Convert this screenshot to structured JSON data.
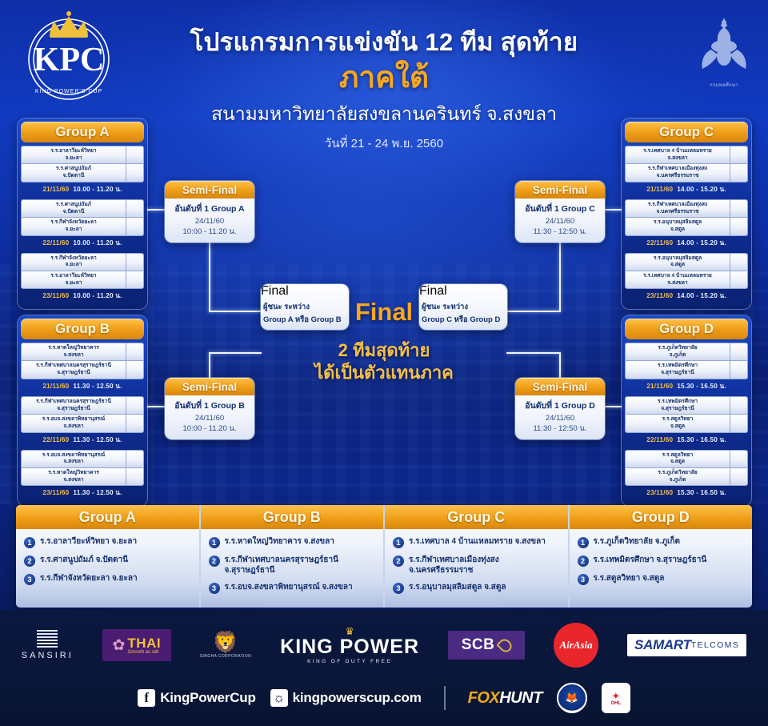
{
  "header": {
    "title_line1": "โปรแกรมการแข่งขัน 12 ทีม สุดท้าย",
    "title_line2": "ภาคใต้",
    "venue": "สนามมหาวิทยาลัยสงขลานครินทร์ จ.สงขลา",
    "dates": "วันที่ 21 - 24 พ.ย. 2560",
    "left_logo": "king-powers-cup-logo",
    "left_logo_text_top": "KPC",
    "left_logo_text_bottom": "KING POWER'S CUP",
    "right_logo": "ministry-of-education-logo",
    "right_logo_caption": "กรมพลศึกษา"
  },
  "colors": {
    "accent_orange": "#f0a019",
    "accent_gold": "#f5bf4a",
    "panel_blue": "#0f2fa8",
    "deep_navy": "#081331",
    "card_white": "#ffffff"
  },
  "groups": [
    {
      "id": "a",
      "header": "Group A",
      "matches": [
        {
          "team1": "ร.ร.อาลาวียะห์วิทยา\nจ.ยะลา",
          "team2": "ร.ร.ศาสนูปถัมภ์\nจ.ปัตตานี",
          "date": "21/11/60",
          "time": "10.00 - 11.20 น."
        },
        {
          "team1": "ร.ร.ศาสนูปถัมภ์\nจ.ปัตตานี",
          "team2": "ร.ร.กีฬาจังหวัดยะลา\nจ.ยะลา",
          "date": "22/11/60",
          "time": "10.00 - 11.20 น."
        },
        {
          "team1": "ร.ร.กีฬาจังหวัดยะลา\nจ.ยะลา",
          "team2": "ร.ร.อาลาวียะห์วิทยา\nจ.ยะลา",
          "date": "23/11/60",
          "time": "10.00 - 11.20 น."
        }
      ]
    },
    {
      "id": "b",
      "header": "Group B",
      "matches": [
        {
          "team1": "ร.ร.หาดใหญ่วิทยาคาร\nจ.สงขลา",
          "team2": "ร.ร.กีฬาเทศบาลนครสุราษฎร์ธานี\nจ.สุราษฎร์ธานี",
          "date": "21/11/60",
          "time": "11.30 - 12.50 น."
        },
        {
          "team1": "ร.ร.กีฬาเทศบาลนครสุราษฎร์ธานี\nจ.สุราษฎร์ธานี",
          "team2": "ร.ร.อบจ.สงขลาพิทยานุสรณ์\nจ.สงขลา",
          "date": "22/11/60",
          "time": "11.30 - 12.50 น."
        },
        {
          "team1": "ร.ร.อบจ.สงขลาพิทยานุสรณ์\nจ.สงขลา",
          "team2": "ร.ร.หาดใหญ่วิทยาคาร\nจ.สงขลา",
          "date": "23/11/60",
          "time": "11.30 - 12.50 น."
        }
      ]
    },
    {
      "id": "c",
      "header": "Group C",
      "matches": [
        {
          "team1": "ร.ร.เทศบาล 4 บ้านแหลมทราย\nจ.สงขลา",
          "team2": "ร.ร.กีฬาเทศบาลเมืองทุ่งสง\nจ.นครศรีธรรมราช",
          "date": "21/11/60",
          "time": "14.00 - 15.20 น."
        },
        {
          "team1": "ร.ร.กีฬาเทศบาลเมืองทุ่งสง\nจ.นครศรีธรรมราช",
          "team2": "ร.ร.อนุบาลมุสลิมสตูล\nจ.สตูล",
          "date": "22/11/60",
          "time": "14.00 - 15.20 น."
        },
        {
          "team1": "ร.ร.อนุบาลมุสลิมสตูล\nจ.สตูล",
          "team2": "ร.ร.เทศบาล 4 บ้านแหลมทราย\nจ.สงขลา",
          "date": "23/11/60",
          "time": "14.00 - 15.20 น."
        }
      ]
    },
    {
      "id": "d",
      "header": "Group D",
      "matches": [
        {
          "team1": "ร.ร.ภูเก็ตวิทยาลัย\nจ.ภูเก็ต",
          "team2": "ร.ร.เทพมิตรศึกษา\nจ.สุราษฎร์ธานี",
          "date": "21/11/60",
          "time": "15.30 - 16.50 น."
        },
        {
          "team1": "ร.ร.เทพมิตรศึกษา\nจ.สุราษฎร์ธานี",
          "team2": "ร.ร.สตูลวิทยา\nจ.สตูล",
          "date": "22/11/60",
          "time": "15.30 - 16.50 น."
        },
        {
          "team1": "ร.ร.สตูลวิทยา\nจ.สตูล",
          "team2": "ร.ร.ภูเก็ตวิทยาลัย\nจ.ภูเก็ต",
          "date": "23/11/60",
          "time": "15.30 - 16.50 น."
        }
      ]
    }
  ],
  "semifinals": [
    {
      "id": "sf-a",
      "header": "Semi-Final",
      "qualifier": "อันดับที่ 1 Group A",
      "date": "24/11/60",
      "time": "10:00 - 11.20 น."
    },
    {
      "id": "sf-b",
      "header": "Semi-Final",
      "qualifier": "อันดับที่ 1 Group B",
      "date": "24/11/60",
      "time": "10:00 - 11.20 น."
    },
    {
      "id": "sf-c",
      "header": "Semi-Final",
      "qualifier": "อันดับที่ 1 Group C",
      "date": "24/11/60",
      "time": "11:30 - 12:50 น."
    },
    {
      "id": "sf-d",
      "header": "Semi-Final",
      "qualifier": "อันดับที่ 1 Group D",
      "date": "24/11/60",
      "time": "11:30 - 12:50 น."
    }
  ],
  "finals": {
    "left": {
      "header": "Final",
      "line1": "ผู้ชนะ ระหว่าง",
      "line2": "Group A หรือ Group B"
    },
    "right": {
      "header": "Final",
      "line1": "ผู้ชนะ ระหว่าง",
      "line2": "Group C หรือ Group D"
    },
    "center_label": "Final",
    "sub_line1": "2 ทีมสุดท้าย",
    "sub_line2": "ได้เป็นตัวแทนภาค"
  },
  "roster": [
    {
      "header": "Group A",
      "teams": [
        {
          "no": "1",
          "name": "ร.ร.อาลาวียะห์วิทยา  จ.ยะลา"
        },
        {
          "no": "2",
          "name": "ร.ร.ศาสนูปถัมภ์  จ.ปัตตานี"
        },
        {
          "no": "3",
          "name": "ร.ร.กีฬาจังหวัดยะลา  จ.ยะลา"
        }
      ]
    },
    {
      "header": "Group B",
      "teams": [
        {
          "no": "1",
          "name": "ร.ร.หาดใหญ่วิทยาคาร  จ.สงขลา"
        },
        {
          "no": "2",
          "name": "ร.ร.กีฬาเทศบาลนครสุราษฎร์ธานี\nจ.สุราษฎร์ธานี"
        },
        {
          "no": "3",
          "name": "ร.ร.อบจ.สงขลาพิทยานุสรณ์  จ.สงขลา"
        }
      ]
    },
    {
      "header": "Group C",
      "teams": [
        {
          "no": "1",
          "name": "ร.ร.เทศบาล 4 บ้านแหลมทราย  จ.สงขลา"
        },
        {
          "no": "2",
          "name": "ร.ร.กีฬาเทศบาลเมืองทุ่งสง\nจ.นครศรีธรรมราช"
        },
        {
          "no": "3",
          "name": "ร.ร.อนุบาลมุสลิมสตูล  จ.สตูล"
        }
      ]
    },
    {
      "header": "Group D",
      "teams": [
        {
          "no": "1",
          "name": "ร.ร.ภูเก็ตวิทยาลัย  จ.ภูเก็ต"
        },
        {
          "no": "2",
          "name": "ร.ร.เทพมิตรศึกษา  จ.สุราษฎร์ธานี"
        },
        {
          "no": "3",
          "name": "ร.ร.สตูลวิทยา  จ.สตูล"
        }
      ]
    }
  ],
  "sponsors": {
    "row1": [
      {
        "icon": "sansiri-logo",
        "name": "SANSIRI"
      },
      {
        "icon": "thai-airways-logo",
        "name": "THAI",
        "tagline": "Smooth as silk"
      },
      {
        "icon": "singha-corporation-logo",
        "name": "SINGHA CORPORATION"
      },
      {
        "icon": "king-power-logo",
        "name": "KING POWER",
        "tagline": "KING OF DUTY FREE"
      },
      {
        "icon": "scb-logo",
        "name": "SCB"
      },
      {
        "icon": "airasia-logo",
        "name": "AirAsia"
      },
      {
        "icon": "samart-telcoms-logo",
        "name": "SAMART",
        "tagline": "TELCOMS"
      }
    ],
    "row2": {
      "facebook_icon": "facebook-icon",
      "facebook_handle": "KingPowerCup",
      "web_icon": "globe-icon",
      "website": "kingpowerscup.com",
      "foxhunt_part1": "FOX",
      "foxhunt_part2": "HUNT",
      "lcfc_icon": "leicester-city-fc-crest",
      "ohl_icon": "ohl-leuven-crest",
      "ohl_label": "OHL"
    }
  }
}
